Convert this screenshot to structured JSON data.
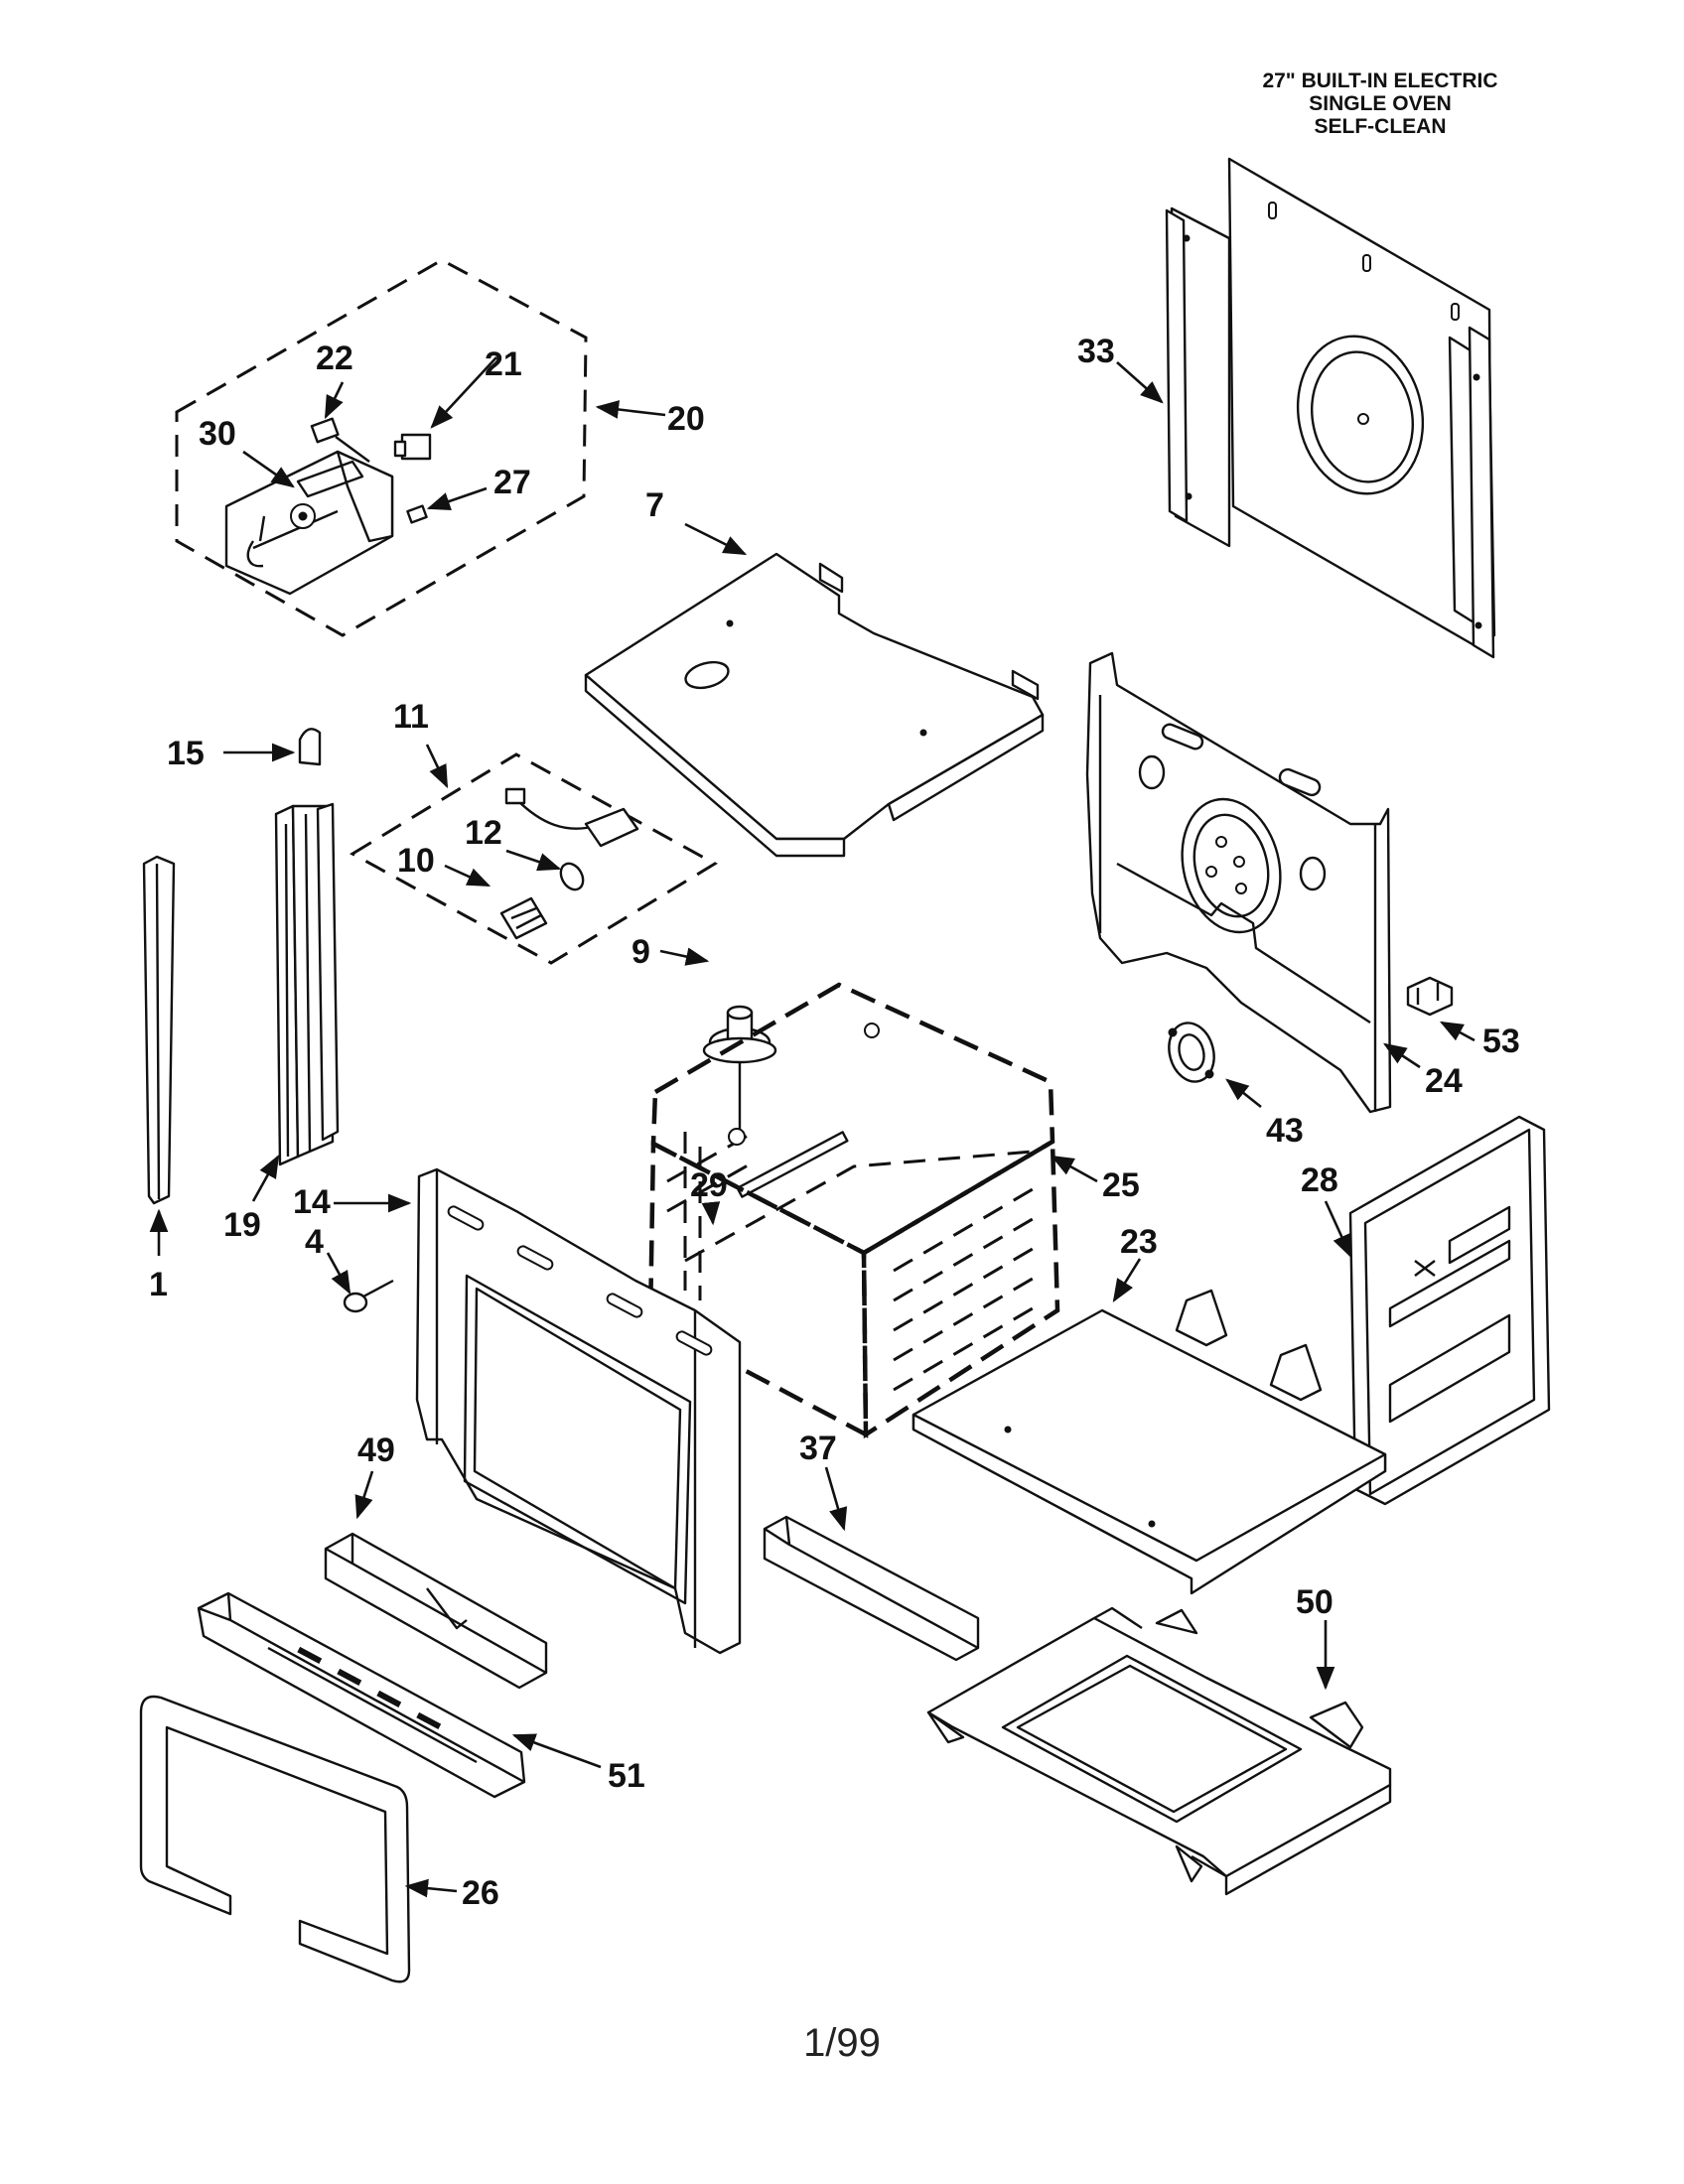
{
  "title": {
    "line1": "27\" BUILT-IN ELECTRIC",
    "line2": "SINGLE OVEN",
    "line3": "SELF-CLEAN"
  },
  "footer": {
    "date": "1/99"
  },
  "callouts": [
    {
      "id": "c1",
      "label": "1"
    },
    {
      "id": "c4",
      "label": "4"
    },
    {
      "id": "c7",
      "label": "7"
    },
    {
      "id": "c9",
      "label": "9"
    },
    {
      "id": "c10",
      "label": "10"
    },
    {
      "id": "c11",
      "label": "11"
    },
    {
      "id": "c12",
      "label": "12"
    },
    {
      "id": "c14",
      "label": "14"
    },
    {
      "id": "c15",
      "label": "15"
    },
    {
      "id": "c19",
      "label": "19"
    },
    {
      "id": "c20",
      "label": "20"
    },
    {
      "id": "c21",
      "label": "21"
    },
    {
      "id": "c22",
      "label": "22"
    },
    {
      "id": "c23",
      "label": "23"
    },
    {
      "id": "c24",
      "label": "24"
    },
    {
      "id": "c25",
      "label": "25"
    },
    {
      "id": "c26",
      "label": "26"
    },
    {
      "id": "c27",
      "label": "27"
    },
    {
      "id": "c28",
      "label": "28"
    },
    {
      "id": "c29",
      "label": "29"
    },
    {
      "id": "c30",
      "label": "30"
    },
    {
      "id": "c33",
      "label": "33"
    },
    {
      "id": "c37",
      "label": "37"
    },
    {
      "id": "c43",
      "label": "43"
    },
    {
      "id": "c49",
      "label": "49"
    },
    {
      "id": "c50",
      "label": "50"
    },
    {
      "id": "c51",
      "label": "51"
    },
    {
      "id": "c53",
      "label": "53"
    }
  ]
}
